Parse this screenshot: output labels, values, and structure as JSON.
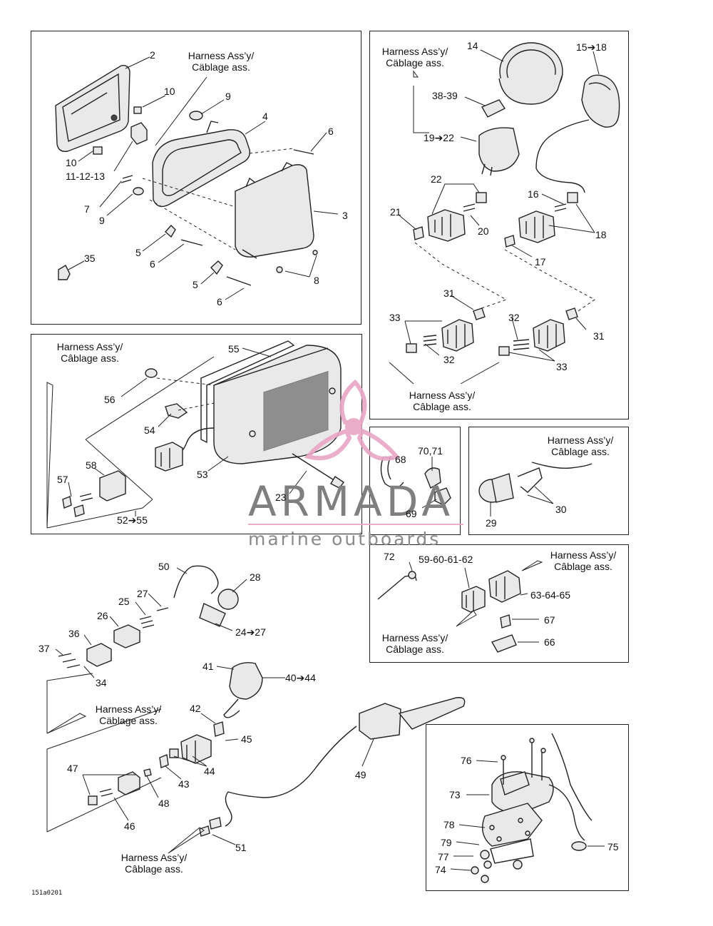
{
  "harness_label": {
    "line1": "Harness Ass’y/",
    "line2": "Câblage ass."
  },
  "harness_label_alt": {
    "line1": "Harness Ass’y/",
    "line2": "Cäblage ass."
  },
  "watermark": {
    "name": "ARMADA",
    "tagline": "marine outboards",
    "accent": "#e8a6c6",
    "text_color": "#808080"
  },
  "figure_code": "151a0201",
  "callouts": {
    "c2": "2",
    "c3": "3",
    "c4": "4",
    "c5a": "5",
    "c5b": "5",
    "c6a": "6",
    "c6b": "6",
    "c6c": "6",
    "c7": "7",
    "c8": "8",
    "c9a": "9",
    "c9b": "9",
    "c10a": "10",
    "c10b": "10",
    "c11": "11-12-13",
    "c14": "14",
    "c15": "15➔18",
    "c16": "16",
    "c17": "17",
    "c18": "18",
    "c19": "19➔22",
    "c20": "20",
    "c21": "21",
    "c22": "22",
    "c23": "23",
    "c24": "24➔27",
    "c25": "25",
    "c26": "26",
    "c27": "27",
    "c28": "28",
    "c29": "29",
    "c30": "30",
    "c31a": "31",
    "c31b": "31",
    "c32a": "32",
    "c32b": "32",
    "c33a": "33",
    "c33b": "33",
    "c34": "34",
    "c35": "35",
    "c36": "36",
    "c37": "37",
    "c38": "38-39",
    "c40": "40➔44",
    "c41": "41",
    "c42": "42",
    "c43": "43",
    "c44": "44",
    "c45": "45",
    "c46": "46",
    "c47": "47",
    "c48": "48",
    "c49": "49",
    "c50": "50",
    "c51": "51",
    "c52": "52➔55",
    "c53": "53",
    "c54": "54",
    "c55": "55",
    "c56": "56",
    "c57": "57",
    "c58": "58",
    "c59": "59-60-61-62",
    "c63": "63-64-65",
    "c66": "66",
    "c67": "67",
    "c68": "68",
    "c69": "69",
    "c70": "70,71",
    "c72": "72",
    "c73": "73",
    "c74": "74",
    "c75": "75",
    "c76": "76",
    "c77": "77",
    "c78": "78",
    "c79": "79"
  }
}
